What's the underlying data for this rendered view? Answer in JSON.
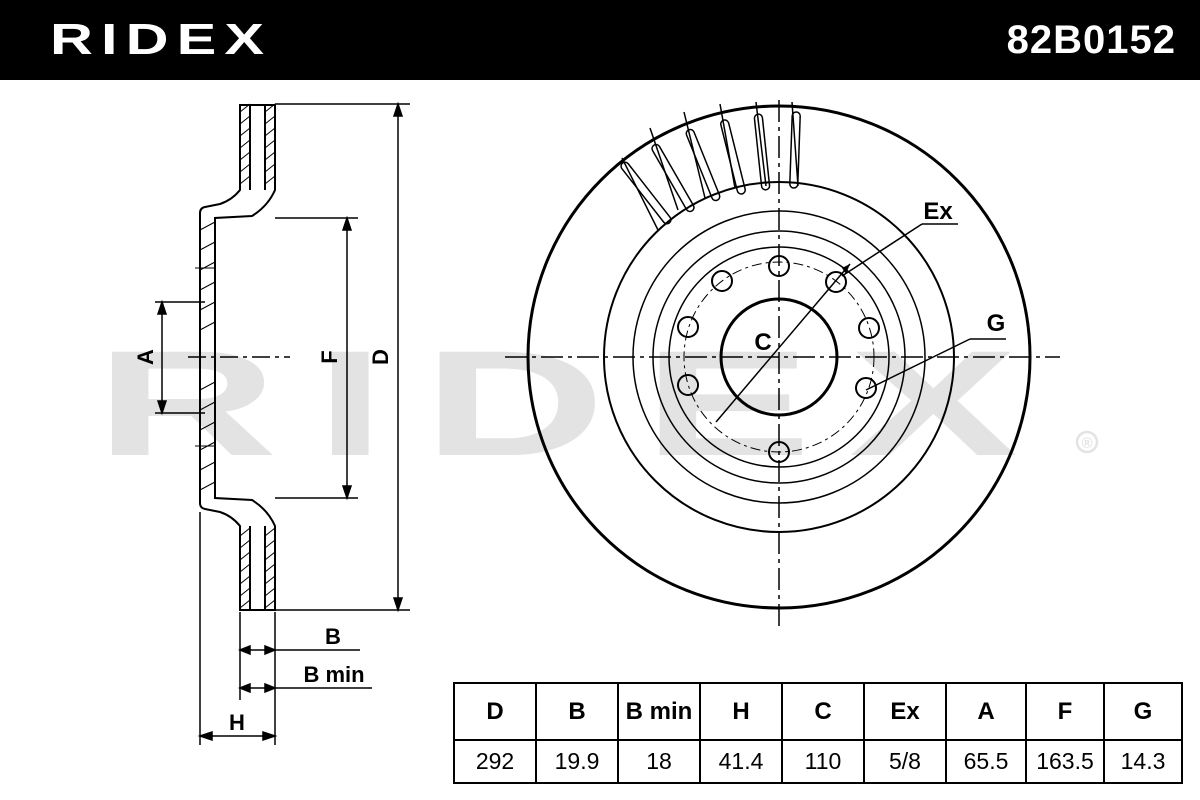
{
  "header": {
    "brand": "RIDEX",
    "part_number": "82B0152"
  },
  "watermark": {
    "text": "RIDEX",
    "registered_mark": "®"
  },
  "side_view_labels": {
    "A": "A",
    "F": "F",
    "D": "D",
    "B": "B",
    "B_min": "B min",
    "H": "H"
  },
  "front_view_labels": {
    "C": "C",
    "Ex": "Ex",
    "G": "G"
  },
  "spec_table": {
    "headers": [
      "D",
      "B",
      "B min",
      "H",
      "C",
      "Ex",
      "A",
      "F",
      "G"
    ],
    "values": [
      "292",
      "19.9",
      "18",
      "41.4",
      "110",
      "5/8",
      "65.5",
      "163.5",
      "14.3"
    ]
  },
  "colors": {
    "header_bg": "#000000",
    "header_text": "#ffffff",
    "watermark": "#e3e3e3",
    "line": "#000000"
  }
}
